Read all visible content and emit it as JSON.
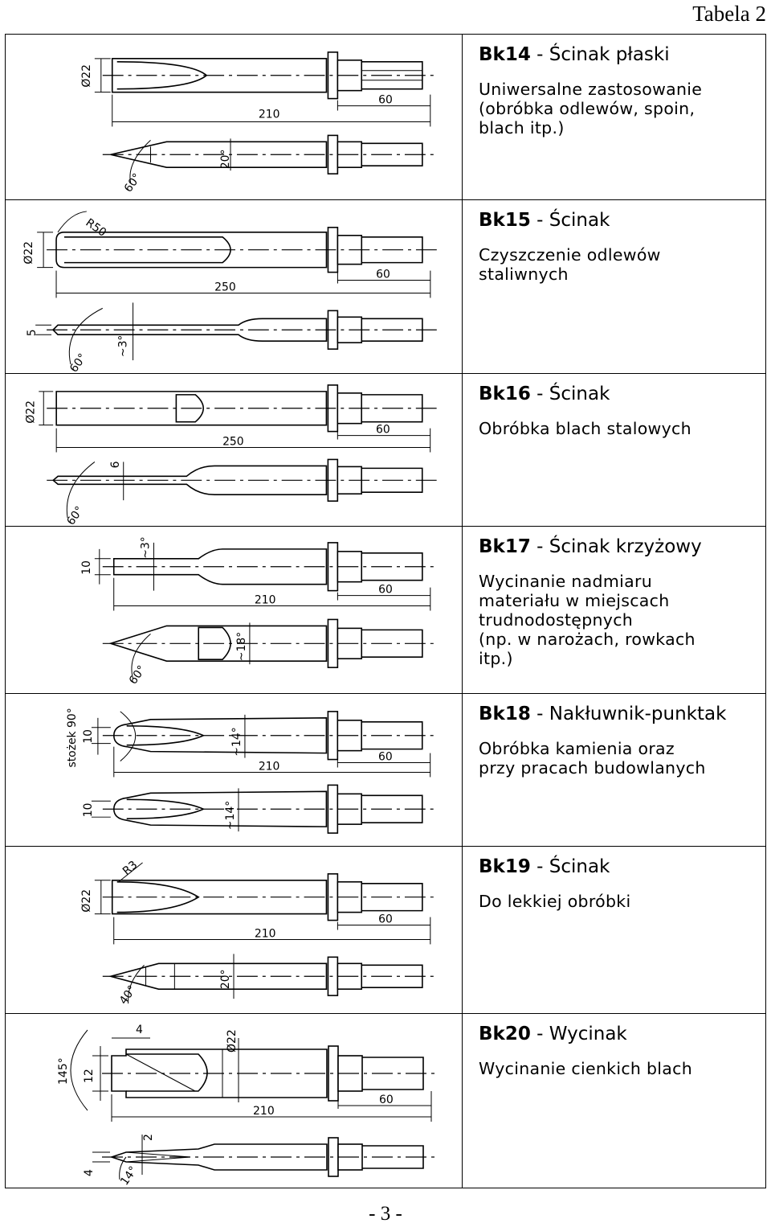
{
  "header": {
    "table_label": "Tabela 2"
  },
  "rows": [
    {
      "code": "Bk14",
      "name": " - Ścinak płaski",
      "desc": "Uniwersalne zastosowanie\n(obróbka odlewów, spoin,\nblach itp.)",
      "dims": {
        "dia": "Ø22",
        "length": "210",
        "shank": "60",
        "angle_a": "60°",
        "angle_b": "20°"
      }
    },
    {
      "code": "Bk15",
      "name": " - Ścinak",
      "desc": "Czyszczenie odlewów\nstaliwnych",
      "dims": {
        "dia": "Ø22",
        "length": "250",
        "shank": "60",
        "radius": "R50",
        "thick": "5",
        "angle_a": "60°",
        "angle_b": "~3°"
      }
    },
    {
      "code": "Bk16",
      "name": " - Ścinak",
      "desc": "Obróbka blach stalowych",
      "dims": {
        "dia": "Ø22",
        "length": "250",
        "shank": "60",
        "thick": "6",
        "angle_a": "60°"
      }
    },
    {
      "code": "Bk17",
      "name": " - Ścinak krzyżowy",
      "desc": "Wycinanie nadmiaru\nmateriału w miejscach\ntrudnodostępnych\n(np. w narożach, rowkach\nitp.)",
      "dims": {
        "width": "10",
        "length": "210",
        "shank": "60",
        "angle_a": "60°",
        "angle_b": "~3°",
        "angle_c": "~18°"
      }
    },
    {
      "code": "Bk18",
      "name": " - Nakłuwnik-punktak",
      "desc": "Obróbka kamienia oraz\nprzy pracach budowlanych",
      "dims": {
        "cone": "stożek 90°",
        "width": "10",
        "length": "210",
        "shank": "60",
        "angle_b": "~14°"
      }
    },
    {
      "code": "Bk19",
      "name": " - Ścinak",
      "desc": "Do lekkiej obróbki",
      "dims": {
        "dia": "Ø22",
        "radius": "R3",
        "length": "210",
        "shank": "60",
        "angle_a": "40°",
        "angle_b": "20°"
      }
    },
    {
      "code": "Bk20",
      "name": " - Wycinak",
      "desc": "Wycinanie cienkich blach",
      "dims": {
        "angle_big": "145°",
        "width": "12",
        "dim4": "4",
        "dia": "Ø22",
        "length": "210",
        "shank": "60",
        "dim2": "2",
        "angle_a": "14°"
      }
    }
  ],
  "footer": {
    "page_number": "- 3 -"
  }
}
